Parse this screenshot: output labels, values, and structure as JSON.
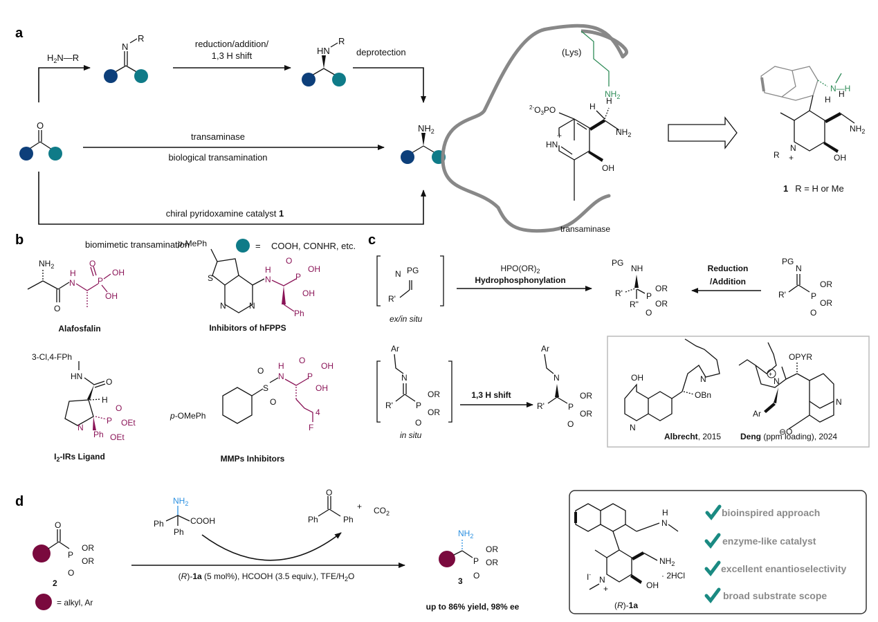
{
  "colors": {
    "dark_blue": "#0d3f7a",
    "teal": "#0f7b88",
    "magenta": "#8a1457",
    "maroon_circle": "#7a0a3e",
    "green": "#2e8b57",
    "amine_blue": "#2a8fe0",
    "check_teal": "#1a8a82",
    "feature_gray": "#8a8a8a"
  },
  "panel_a": {
    "label": "a",
    "reagent_top": "H2N—R",
    "imine_label_N": "N",
    "imine_label_R": "R",
    "step_reduction_line1": "reduction/addition/",
    "step_reduction_line2": "1,3 H shift",
    "amine_HN": "HN",
    "amine_R": "R",
    "deprotection": "deprotection",
    "ketone_O": "O",
    "transaminase": "transaminase",
    "biological": "biological transamination",
    "product_NH2": "NH2",
    "catalyst_route": "chiral pyridoxamine catalyst ",
    "catalyst_number": "1",
    "biomimetic": "biomimetic transamination",
    "legend_eq": "=",
    "legend_groups": "COOH, CONHR, etc.",
    "enzyme": {
      "lys": "(Lys)",
      "lys_nh2": "NH2",
      "phosphate": "2-O3PO",
      "H1": "H",
      "H2": "H",
      "nh2": "NH2",
      "hn_plus": "HN",
      "plus": "+",
      "oh": "OH",
      "caption": "transaminase"
    },
    "catalyst": {
      "nh": "N—H",
      "H1": "H",
      "H2": "H",
      "nh2": "NH2",
      "n": "N",
      "r": "R",
      "plus": "+",
      "oh": "OH",
      "caption_number": "1",
      "caption_text": "R = H or Me"
    }
  },
  "panel_b": {
    "label": "b",
    "compounds": [
      {
        "name": "Alafosfalin"
      },
      {
        "name": "Inhibitors of hFPPS",
        "substituent": "p-MePh"
      },
      {
        "name_pre": "I",
        "name_sub": "2",
        "name_post": "-IRs Ligand",
        "substituent": "3-Cl,4-FPh"
      },
      {
        "name": "MMPs Inhibitors",
        "substituent": "p-OMePh",
        "chain_count": "4",
        "terminal": "F"
      }
    ]
  },
  "panel_c": {
    "label": "c",
    "imine_pg": "PG",
    "imine_r": "R'",
    "ex_in_situ": "ex/in situ",
    "reagent": "HPO(OR)2",
    "hydrophos": "Hydrophosphonylation",
    "product_pg": "PG",
    "product_nh": "NH",
    "product_r1": "R'",
    "product_r2": "R\"",
    "or": "OR",
    "reduction_line1": "Reduction",
    "reduction_line2": "/Addition",
    "in_situ": "in situ",
    "h_shift": "1,3 H shift",
    "ar": "Ar",
    "catalysts": [
      {
        "author": "Albrecht",
        "detail": ", 2015",
        "oh": "OH",
        "obn": "OBn",
        "n": "N"
      },
      {
        "author": "Deng",
        "detail": " (ppm loading), 2024",
        "opyr": "OPYR",
        "ar": "Ar",
        "n": "N"
      }
    ]
  },
  "panel_d": {
    "label": "d",
    "substrate_number": "2",
    "legend": "= alkyl, Ar",
    "amine_nh2": "NH2",
    "amine_cooh": "COOH",
    "ph": "Ph",
    "plus": "+",
    "co2": "CO2",
    "conditions": "(R)-1a (5 mol%), HCOOH (3.5 equiv.), TFE/H2O",
    "product_number": "3",
    "yield": "up to 86% yield, 98% ee",
    "catalyst_label": "(R)-1a",
    "salt": "· 2HCl",
    "iodide": "I-",
    "features": [
      "bioinspired approach",
      "enzyme-like catalyst",
      "excellent enantioselectivity",
      "broad substrate scope"
    ]
  }
}
